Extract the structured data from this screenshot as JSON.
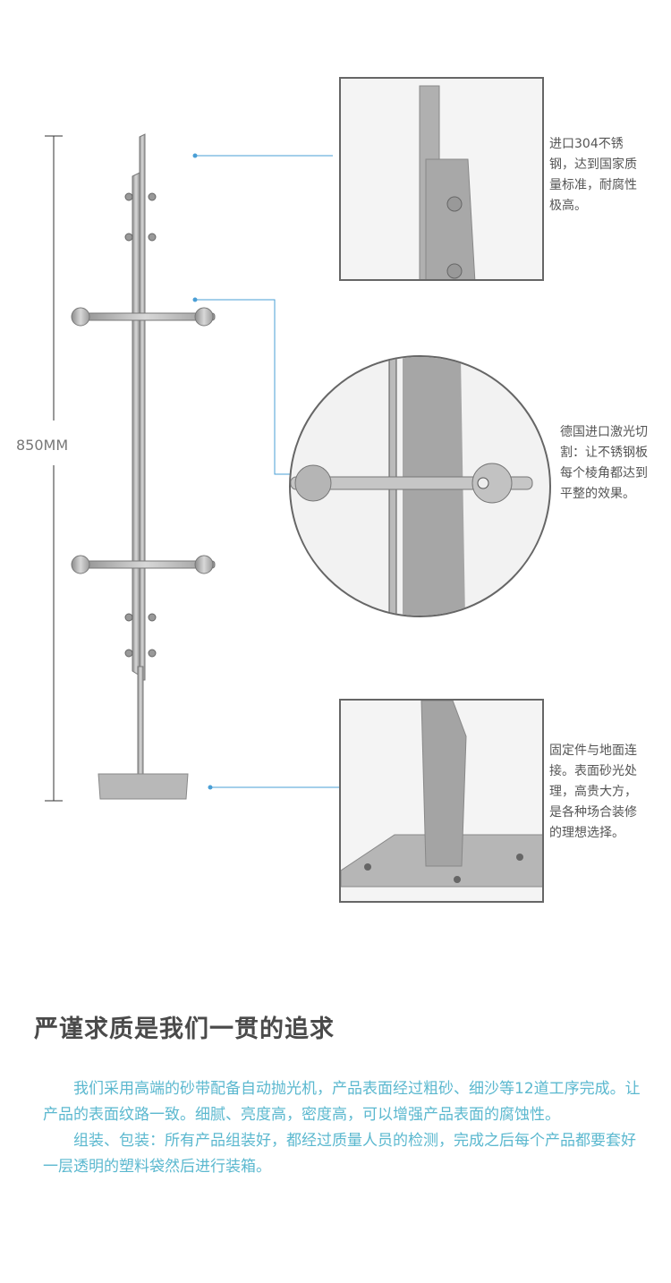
{
  "dimension_label": "850MM",
  "callouts": [
    {
      "text": "进口304不锈钢，达到国家质量标准，耐腐性极高。"
    },
    {
      "text": "德国进口激光切割：让不锈钢板每个棱角都达到平整的效果。"
    },
    {
      "text": "固定件与地面连接。表面砂光处理，高贵大方，是各种场合装修的理想选择。"
    }
  ],
  "section": {
    "title": "严谨求质是我们一贯的追求",
    "paragraphs": [
      "我们采用高端的砂带配备自动抛光机，产品表面经过粗砂、细沙等12道工序完成。让产品的表面纹路一致。细腻、亮度高，密度高，可以增强产品表面的腐蚀性。",
      "组装、包装：所有产品组装好，都经过质量人员的检测，完成之后每个产品都要套好一层透明的塑料袋然后进行装箱。"
    ]
  },
  "colors": {
    "accent": "#5bb8cf",
    "line": "#4a9fd6",
    "steel": "#a9a9a9"
  }
}
